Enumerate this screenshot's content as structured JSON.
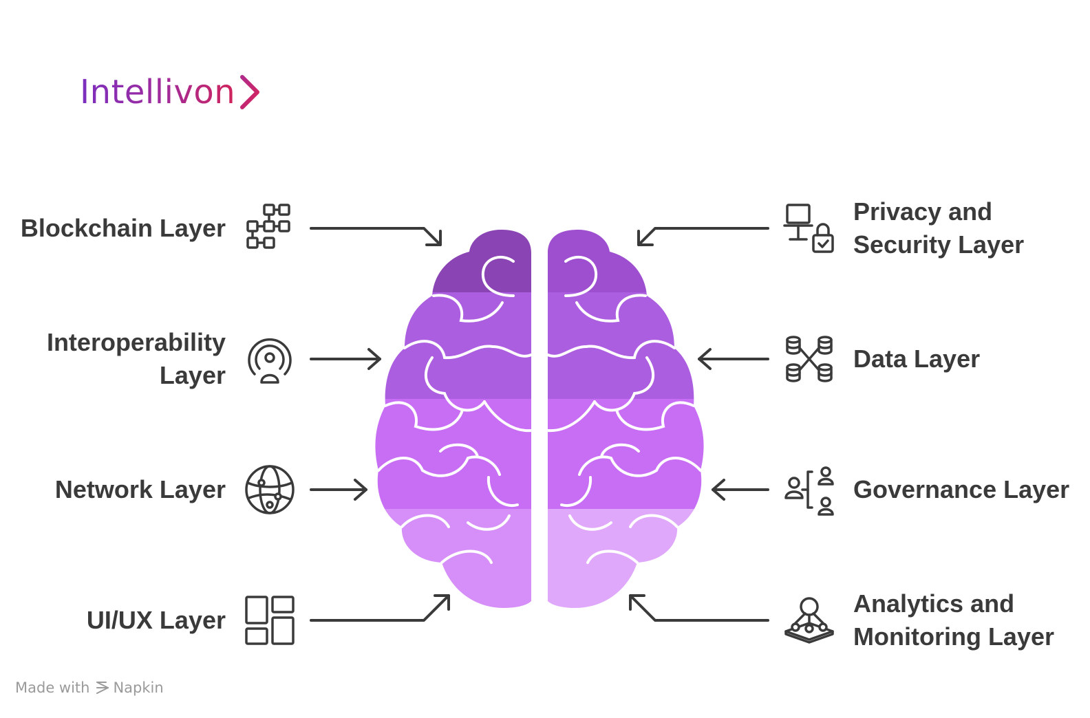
{
  "logo": {
    "text": "Intellivon",
    "chevron_icon": "chevron-right-icon",
    "gradient": [
      "#7b2fbf",
      "#d0245a"
    ]
  },
  "layers": {
    "left": [
      {
        "lines": [
          "Blockchain Layer"
        ],
        "icon": "blockchain-blocks-icon"
      },
      {
        "lines": [
          "Interoperability",
          "Layer"
        ],
        "icon": "broadcast-person-icon"
      },
      {
        "lines": [
          "Network Layer"
        ],
        "icon": "globe-network-icon"
      },
      {
        "lines": [
          "UI/UX Layer"
        ],
        "icon": "layout-grid-icon"
      }
    ],
    "right": [
      {
        "lines": [
          "Privacy and",
          "Security Layer"
        ],
        "icon": "computer-lock-icon"
      },
      {
        "lines": [
          "Data Layer"
        ],
        "icon": "database-network-icon"
      },
      {
        "lines": [
          "Governance Layer"
        ],
        "icon": "people-hierarchy-icon"
      },
      {
        "lines": [
          "Analytics and",
          "Monitoring Layer"
        ],
        "icon": "analytics-network-icon"
      }
    ]
  },
  "footer": {
    "made_with": "Made with",
    "brand": "Napkin"
  },
  "colors": {
    "text": "#3a3a3a",
    "brain_dark": "#8a44b4",
    "brain_mid": "#ac5ee0",
    "brain_light": "#c76ef5",
    "brain_lighter": "#d68ef8",
    "brain_lightest": "#e0a8fa"
  }
}
